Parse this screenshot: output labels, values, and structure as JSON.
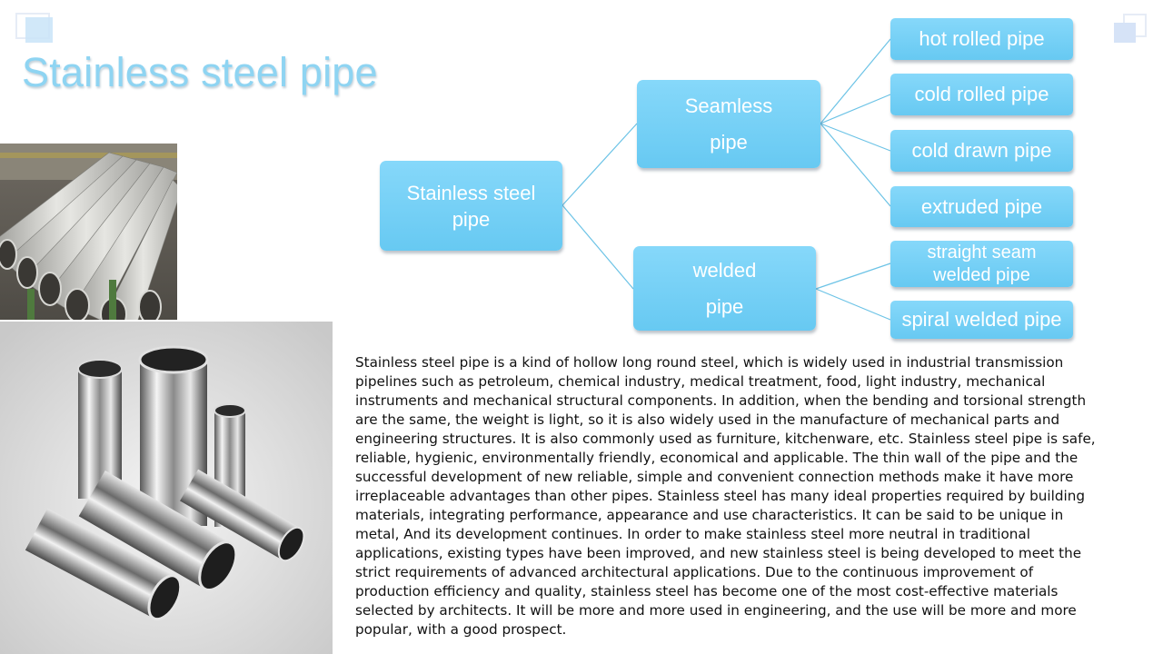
{
  "title": "Stainless steel pipe",
  "diagram": {
    "root": {
      "line1": "Stainless steel",
      "line2": "pipe"
    },
    "branches": {
      "seamless": {
        "line1": "Seamless",
        "line2": "pipe"
      },
      "welded": {
        "line1": "welded",
        "line2": "pipe"
      }
    },
    "seamless_types": [
      "hot rolled pipe",
      "cold rolled pipe",
      "cold drawn pipe",
      "extruded pipe"
    ],
    "welded_types": [
      "straight seam welded pipe",
      "spiral welded pipe"
    ],
    "line_color": "#6cc3e6"
  },
  "description": "Stainless steel pipe is a kind of hollow long round steel, which is widely used in industrial transmission pipelines such as petroleum, chemical industry, medical treatment, food, light industry, mechanical instruments and mechanical structural components. In addition, when the bending and torsional strength are the same, the weight is light, so it is also widely used in the manufacture of mechanical parts and engineering structures. It is also commonly used as furniture, kitchenware, etc. Stainless steel pipe is safe, reliable, hygienic, environmentally friendly, economical and applicable. The thin wall of the pipe and the successful development of new reliable, simple and convenient connection methods make it have more irreplaceable advantages than other pipes. Stainless steel has many ideal properties required by building materials, integrating performance, appearance and use characteristics. It can be said to be unique in metal, And its development continues. In order to make stainless steel more neutral in traditional applications, existing types have been improved, and new stainless steel is being developed to meet the strict requirements of advanced architectural applications. Due to the continuous improvement of production efficiency and quality, stainless steel has become one of the most cost-effective materials selected by architects. It will be more and more used in engineering, and the use will be more and more popular, with a good prospect."
}
